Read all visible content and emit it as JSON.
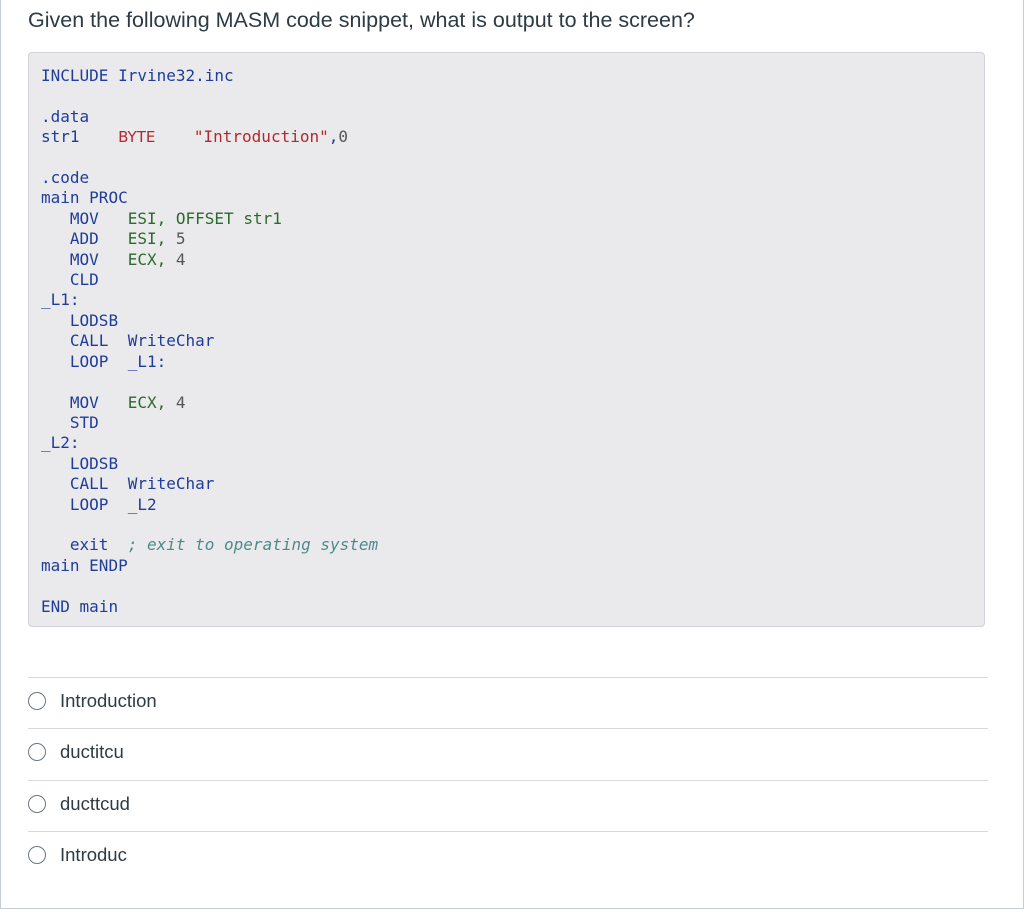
{
  "question": {
    "text": "Given the following MASM code snippet, what is output to the screen?"
  },
  "code": {
    "include_kw": "INCLUDE",
    "include_file": "Irvine32.inc",
    "data_dir": ".data",
    "str_label": "str1",
    "str_type": "BYTE",
    "str_value": "\"Introduction\"",
    "str_sep": ",",
    "str_term": "0",
    "code_dir": ".code",
    "proc_name": "main",
    "proc_kw": "PROC",
    "mov1_op": "MOV",
    "mov1_args": "ESI, OFFSET str1",
    "add_op": "ADD",
    "add_reg": "ESI, ",
    "add_val": "5",
    "mov2_op": "MOV",
    "mov2_reg": "ECX, ",
    "mov2_val": "4",
    "cld_op": "CLD",
    "label1": "_L1:",
    "lodsb1": "LODSB",
    "call1_op": "CALL",
    "call1_target": "WriteChar",
    "loop1_op": "LOOP",
    "loop1_target": "_L1:",
    "mov3_op": "MOV",
    "mov3_reg": "ECX, ",
    "mov3_val": "4",
    "std_op": "STD",
    "label2": "_L2:",
    "lodsb2": "LODSB",
    "call2_op": "CALL",
    "call2_target": "WriteChar",
    "loop2_op": "LOOP",
    "loop2_target": "_L2",
    "exit_kw": "exit",
    "exit_comment": "; exit to operating system",
    "endp_name": "main",
    "endp_kw": "ENDP",
    "end_kw": "END",
    "end_target": "main"
  },
  "answers": [
    {
      "label": "Introduction"
    },
    {
      "label": "ductitcu"
    },
    {
      "label": "ducttcud"
    },
    {
      "label": "Introduc"
    }
  ]
}
